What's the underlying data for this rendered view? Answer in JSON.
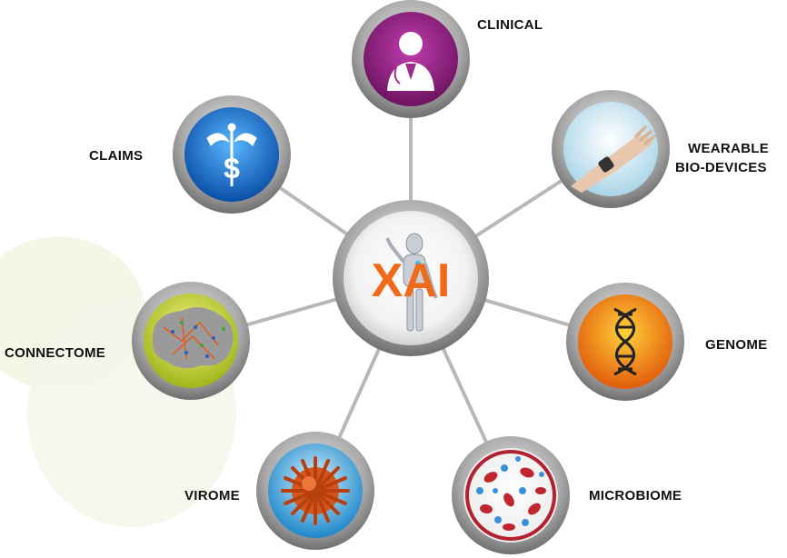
{
  "center": {
    "title": "XAI",
    "color": "#f06a1a"
  },
  "nodes": [
    {
      "id": "clinical",
      "label": "CLINICAL",
      "icon": "doctor-icon",
      "color": "#a12a8c"
    },
    {
      "id": "claims",
      "label": "CLAIMS",
      "icon": "caduceus-dollar-icon",
      "color": "#1c7fd6"
    },
    {
      "id": "wearable",
      "label_line1": "WEARABLE",
      "label_line2": "BIO-DEVICES",
      "icon": "smartwatch-hand-icon",
      "color": "#b9dcea"
    },
    {
      "id": "connectome",
      "label": "CONNECTOME",
      "icon": "brain-icon",
      "color": "#d8e23a"
    },
    {
      "id": "genome",
      "label": "GENOME",
      "icon": "dna-icon",
      "color": "#f7901e"
    },
    {
      "id": "virome",
      "label": "VIROME",
      "icon": "virus-icon",
      "color": "#2f9fd8"
    },
    {
      "id": "microbiome",
      "label": "MICROBIOME",
      "icon": "petri-dish-icon",
      "color": "#b1212f"
    }
  ]
}
